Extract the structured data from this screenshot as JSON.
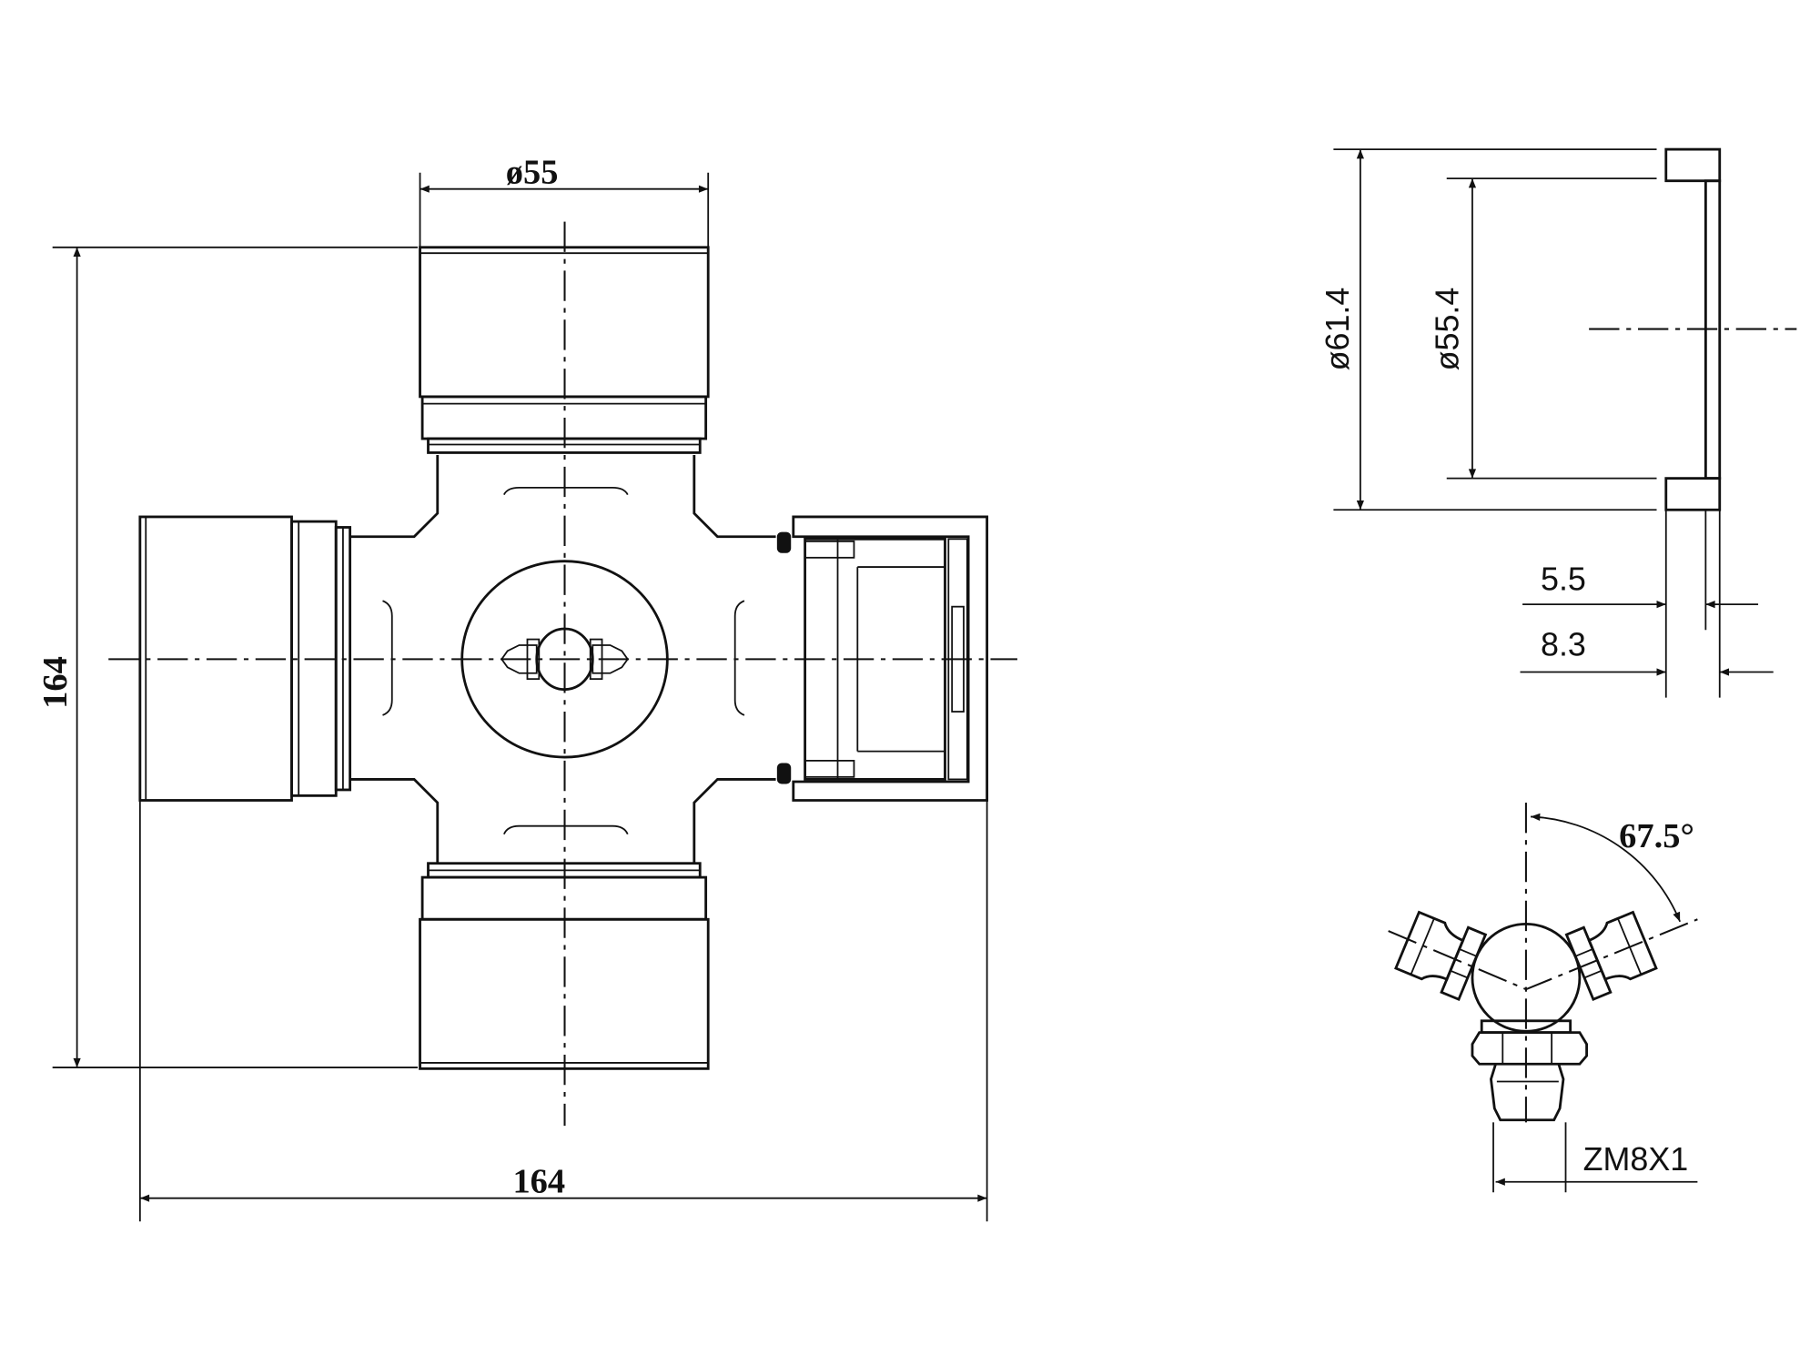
{
  "drawing": {
    "cross_view": {
      "cap_diameter": "ø55",
      "overall_height": "164",
      "overall_width": "164"
    },
    "seal_view": {
      "outer_diameter": "ø61.4",
      "inner_diameter": "ø55.4",
      "thickness_inner": "5.5",
      "thickness_outer": "8.3"
    },
    "grease_fitting": {
      "angle": "67.5°",
      "thread": "ZM8X1"
    },
    "line_color": "#111111"
  }
}
